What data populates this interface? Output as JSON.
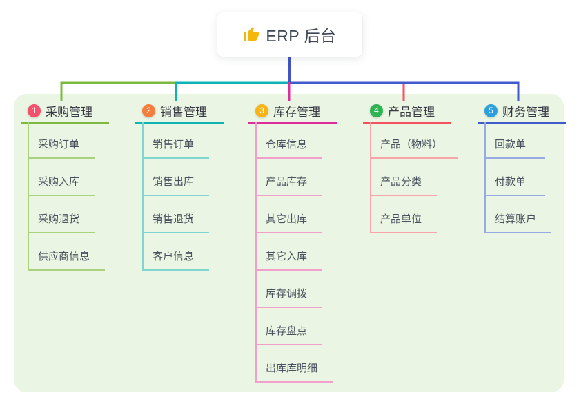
{
  "root": {
    "label": "ERP 后台",
    "icon": "thumbs-up-icon",
    "icon_color": "#f4b80d",
    "stem_color": "#4254c5"
  },
  "canvas": {
    "page_bg": "#ffffff",
    "panel_bg": "#eaf6e3"
  },
  "branches": [
    {
      "badge": "1",
      "badge_color": "#f4516c",
      "label": "采购管理",
      "color": "#7cb93e",
      "light_color": "#a9d27f",
      "children": [
        "采购订单",
        "采购入库",
        "采购退货",
        "供应商信息"
      ]
    },
    {
      "badge": "2",
      "badge_color": "#f57e3e",
      "label": "销售管理",
      "color": "#0db4b4",
      "light_color": "#7fd5d0",
      "children": [
        "销售订单",
        "销售出库",
        "销售退货",
        "客户信息"
      ]
    },
    {
      "badge": "3",
      "badge_color": "#f9b315",
      "label": "库存管理",
      "color": "#dd2d9a",
      "light_color": "#f19fcb",
      "children": [
        "仓库信息",
        "产品库存",
        "其它出库",
        "其它入库",
        "库存调拨",
        "库存盘点",
        "出库库明细"
      ]
    },
    {
      "badge": "4",
      "badge_color": "#2eb454",
      "label": "产品管理",
      "color": "#f5515f",
      "light_color": "#f9a4a9",
      "children": [
        "产品（物料）",
        "产品分类",
        "产品单位"
      ]
    },
    {
      "badge": "5",
      "badge_color": "#2ba0dc",
      "label": "财务管理",
      "color": "#3f5acb",
      "light_color": "#97aae4",
      "children": [
        "回款单",
        "付款单",
        "结算账户"
      ]
    }
  ]
}
